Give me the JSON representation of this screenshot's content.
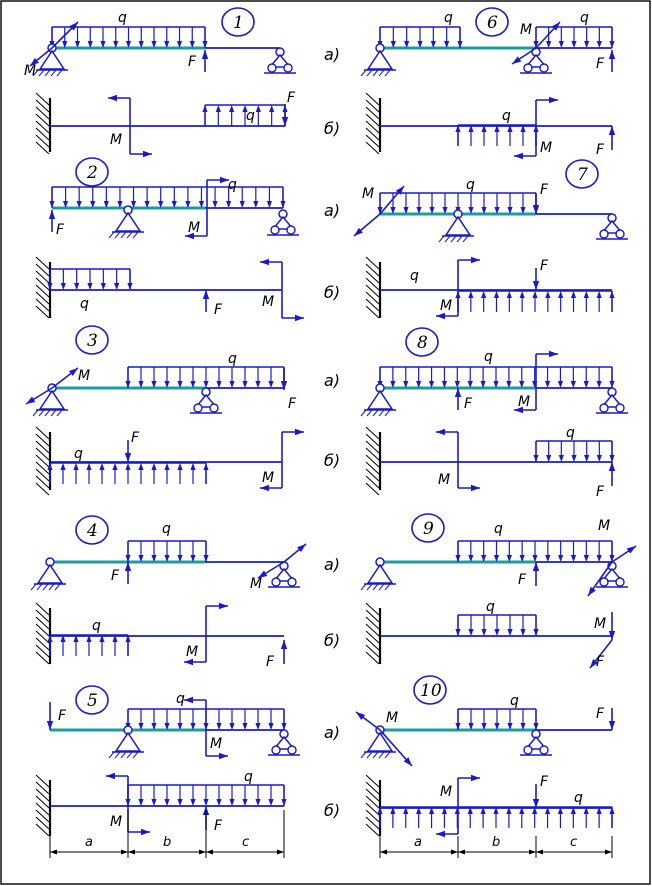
{
  "labels": {
    "q": "q",
    "F": "F",
    "M": "M"
  },
  "variants": [
    "1",
    "2",
    "3",
    "4",
    "5",
    "6",
    "7",
    "8",
    "9",
    "10"
  ],
  "side_labels": {
    "a": "а)",
    "b": "б)"
  },
  "dimensions": [
    "a",
    "b",
    "c"
  ],
  "colors": {
    "load": "#1a1acc",
    "beam": "#1a1acc",
    "beam_highlight": "#1e9c9c",
    "support": "#1a1acc",
    "ink": "#000000"
  }
}
